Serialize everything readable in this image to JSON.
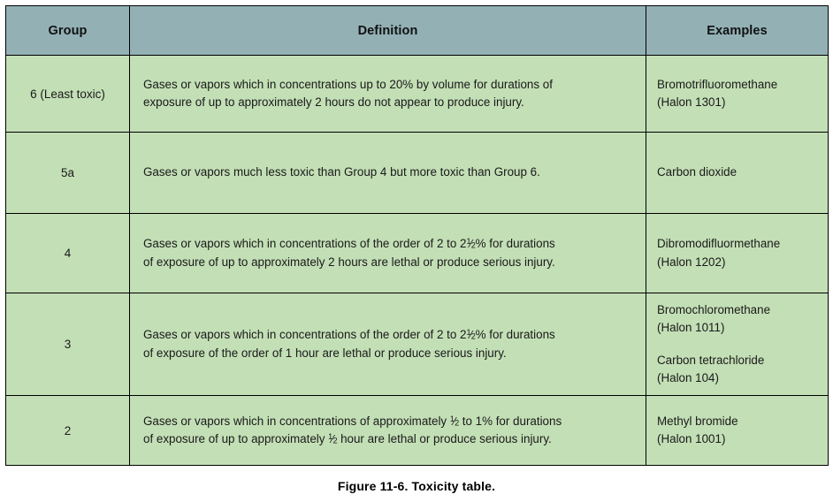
{
  "figure": {
    "caption": "Figure 11-6. Toxicity table."
  },
  "colors": {
    "header_bg": "#93b1b5",
    "body_bg": "#c3dfb6",
    "border": "#000000",
    "page_bg": "#ffffff",
    "text": "#1a1a1a"
  },
  "table": {
    "columns": [
      {
        "key": "group",
        "label": "Group"
      },
      {
        "key": "definition",
        "label": "Definition"
      },
      {
        "key": "examples",
        "label": "Examples"
      }
    ],
    "rows": [
      {
        "group": "6 (Least toxic)",
        "definition_lines": [
          "Gases or vapors which in concentrations up to 20% by volume for durations of",
          "exposure of up to approximately 2 hours do not appear to produce injury."
        ],
        "examples": [
          {
            "lines": [
              "Bromotrifluoromethane",
              "(Halon 1301)"
            ]
          }
        ]
      },
      {
        "group": "5a",
        "definition_lines": [
          "Gases or vapors much less toxic than Group 4 but more toxic than Group 6."
        ],
        "examples": [
          {
            "lines": [
              "Carbon dioxide"
            ]
          }
        ]
      },
      {
        "group": "4",
        "definition_lines": [
          "Gases or vapors which in concentrations of the order of 2 to 2½% for durations",
          "of exposure of up to approximately 2 hours are lethal or produce serious injury."
        ],
        "examples": [
          {
            "lines": [
              "Dibromodifluormethane",
              "(Halon 1202)"
            ]
          }
        ]
      },
      {
        "group": "3",
        "definition_lines": [
          "Gases or vapors which in concentrations of the order of 2 to 2½% for durations",
          "of exposure of the order of 1 hour are lethal or produce serious injury."
        ],
        "examples": [
          {
            "lines": [
              "Bromochloromethane",
              "(Halon 1011)"
            ]
          },
          {
            "lines": [
              "Carbon tetrachloride",
              "(Halon 104)"
            ]
          }
        ]
      },
      {
        "group": "2",
        "definition_lines": [
          "Gases or vapors which in concentrations of approximately ½ to 1% for durations",
          "of exposure of up to approximately ½ hour are lethal or produce serious injury."
        ],
        "examples": [
          {
            "lines": [
              "Methyl bromide",
              "(Halon 1001)"
            ]
          }
        ]
      }
    ]
  }
}
